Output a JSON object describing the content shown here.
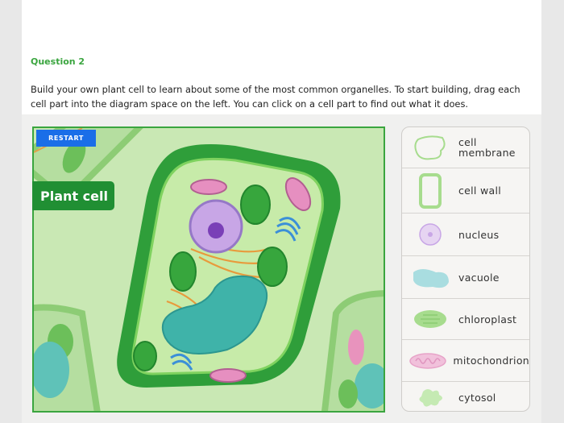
{
  "question": {
    "title": "Question 2",
    "text": "Build your own plant cell to learn about some of the most common organelles. To start building, drag each cell part into the diagram space on the left. You can click on a cell part to find out what it does."
  },
  "diagram": {
    "restart_label": "RESTART",
    "cell_label": "Plant cell"
  },
  "cell_parts": [
    {
      "label": "cell\nmembrane",
      "icon": "cell-membrane-icon"
    },
    {
      "label": "cell wall",
      "icon": "cell-wall-icon"
    },
    {
      "label": "nucleus",
      "icon": "nucleus-icon"
    },
    {
      "label": "vacuole",
      "icon": "vacuole-icon"
    },
    {
      "label": "chloroplast",
      "icon": "chloroplast-icon"
    },
    {
      "label": "mitochondrion",
      "icon": "mitochondrion-icon"
    },
    {
      "label": "cytosol",
      "icon": "cytosol-icon"
    }
  ],
  "colors": {
    "accent_green": "#3aa53f",
    "label_green": "#208f33",
    "restart_blue": "#1a6ee8"
  }
}
